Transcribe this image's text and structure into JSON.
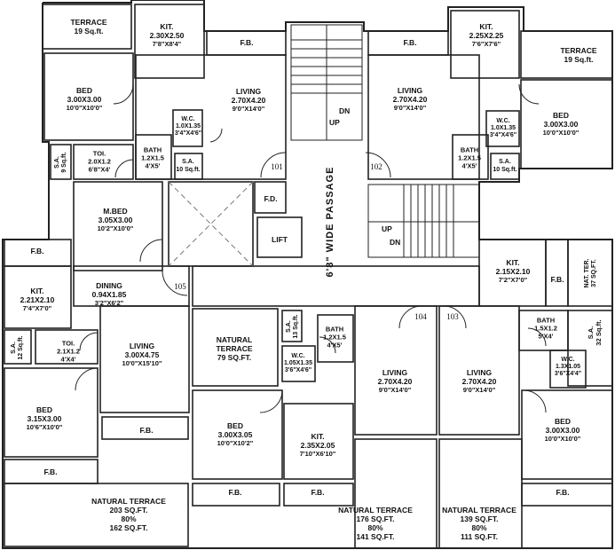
{
  "passage_label": "6'8\" WIDE PASSAGE",
  "stairs": {
    "up": "UP",
    "dn": "DN"
  },
  "doors": {
    "d101": "101",
    "d102": "102",
    "d103": "103",
    "d104": "104",
    "d105": "105"
  },
  "lift": "LIFT",
  "fd": "F.D.",
  "fb": "F.B.",
  "rooms": {
    "tl_terrace": {
      "name": "TERRACE",
      "area": "19 Sq.ft."
    },
    "tl_bed": {
      "name": "BED",
      "m": "3.00X3.00",
      "ft": "10'0\"X10'0\""
    },
    "tl_kit": {
      "name": "KIT.",
      "m": "2.30X2.50",
      "ft": "7'8\"X8'4\""
    },
    "tl_living": {
      "name": "LIVING",
      "m": "2.70X4.20",
      "ft": "9'0\"X14'0\""
    },
    "tl_wc": {
      "name": "W.C.",
      "m": "1.0X1.35",
      "ft": "3'4\"X4'6\""
    },
    "tl_bath": {
      "name": "BATH",
      "m": "1.2X1.5",
      "ft": "4'X5'"
    },
    "tl_sa": {
      "name": "S.A.",
      "area": "10 Sq.ft."
    },
    "tl_toi": {
      "name": "TOI.",
      "m": "2.0X1.2",
      "ft": "6'8\"X4'"
    },
    "tl_sa9": {
      "name": "S.A.",
      "area": "9 Sq.ft."
    },
    "tl_mbed": {
      "name": "M.BED",
      "m": "3.05X3.00",
      "ft": "10'2\"X10'0\""
    },
    "tr_kit": {
      "name": "KIT.",
      "m": "2.25X2.25",
      "ft": "7'6\"X7'6\""
    },
    "tr_terrace": {
      "name": "TERRACE",
      "area": "19 Sq.ft."
    },
    "tr_living": {
      "name": "LIVING",
      "m": "2.70X4.20",
      "ft": "9'0\"X14'0\""
    },
    "tr_bed": {
      "name": "BED",
      "m": "3.00X3.00",
      "ft": "10'0\"X10'0\""
    },
    "tr_wc": {
      "name": "W.C.",
      "m": "1.0X1.35",
      "ft": "3'4\"X4'6\""
    },
    "tr_bath": {
      "name": "BATH",
      "m": "1.2X1.5",
      "ft": "4'X5'"
    },
    "tr_sa": {
      "name": "S.A.",
      "area": "10 Sq.ft."
    },
    "bl_kit": {
      "name": "KIT.",
      "m": "2.21X2.10",
      "ft": "7'4\"X7'0\""
    },
    "bl_dining": {
      "name": "DINING",
      "m": "0.94X1.85",
      "ft": "3'2\"X6'2\""
    },
    "bl_sa": {
      "name": "S.A.",
      "area": "12 Sq.ft."
    },
    "bl_toi": {
      "name": "TOI.",
      "m": "2.1X1.2",
      "ft": "4'X4'"
    },
    "bl_living": {
      "name": "LIVING",
      "m": "3.00X4.75",
      "ft": "10'0\"X15'10\""
    },
    "bl_bed": {
      "name": "BED",
      "m": "3.15X3.00",
      "ft": "10'6\"X10'0\""
    },
    "bl_terrace": {
      "name": "NATURAL TERRACE",
      "area": "203 SQ.FT.",
      "pct": "80%",
      "net": "162 SQ.FT."
    },
    "bm_terrace": {
      "name": "NATURAL",
      "name2": "TERRACE",
      "area": "79 SQ.FT."
    },
    "bm_sa": {
      "name": "S.A.",
      "area": "13 Sq.ft."
    },
    "bm_wc": {
      "name": "W.C.",
      "m": "1.05X1.35",
      "ft": "3'6\"X4'6\""
    },
    "bm_bath": {
      "name": "BATH",
      "m": "1.2X1.5",
      "ft": "4'X5'"
    },
    "bm_bed": {
      "name": "BED",
      "m": "3.00X3.05",
      "ft": "10'0\"X10'2\""
    },
    "bm_kit": {
      "name": "KIT.",
      "m": "2.35X2.05",
      "ft": "7'10\"X6'10\""
    },
    "u104_living": {
      "name": "LIVING",
      "m": "2.70X4.20",
      "ft": "9'0\"X14'0\""
    },
    "u104_terrace": {
      "name": "NATURAL TERRACE",
      "area": "176 SQ.FT.",
      "pct": "80%",
      "net": "141 SQ.FT."
    },
    "u103_living": {
      "name": "LIVING",
      "m": "2.70X4.20",
      "ft": "9'0\"X14'0\""
    },
    "u103_terrace": {
      "name": "NATURAL TERRACE",
      "area": "139 SQ.FT.",
      "pct": "80%",
      "net": "111 SQ.FT."
    },
    "br_kit": {
      "name": "KIT.",
      "m": "2.15X2.10",
      "ft": "7'2\"X7'0\""
    },
    "br_natter": {
      "name": "NAT. TER.",
      "area": "37 SQ.FT."
    },
    "br_bath": {
      "name": "BATH",
      "m": "1.5X1.2",
      "ft": "5'X4'"
    },
    "br_sa": {
      "name": "S.A.",
      "area": "32 Sq.ft."
    },
    "br_wc": {
      "name": "W.C.",
      "m": "1.3X1.05",
      "ft": "3'6\"X4'4\""
    },
    "br_bed": {
      "name": "BED",
      "m": "3.00X3.00",
      "ft": "10'0\"X10'0\""
    }
  }
}
